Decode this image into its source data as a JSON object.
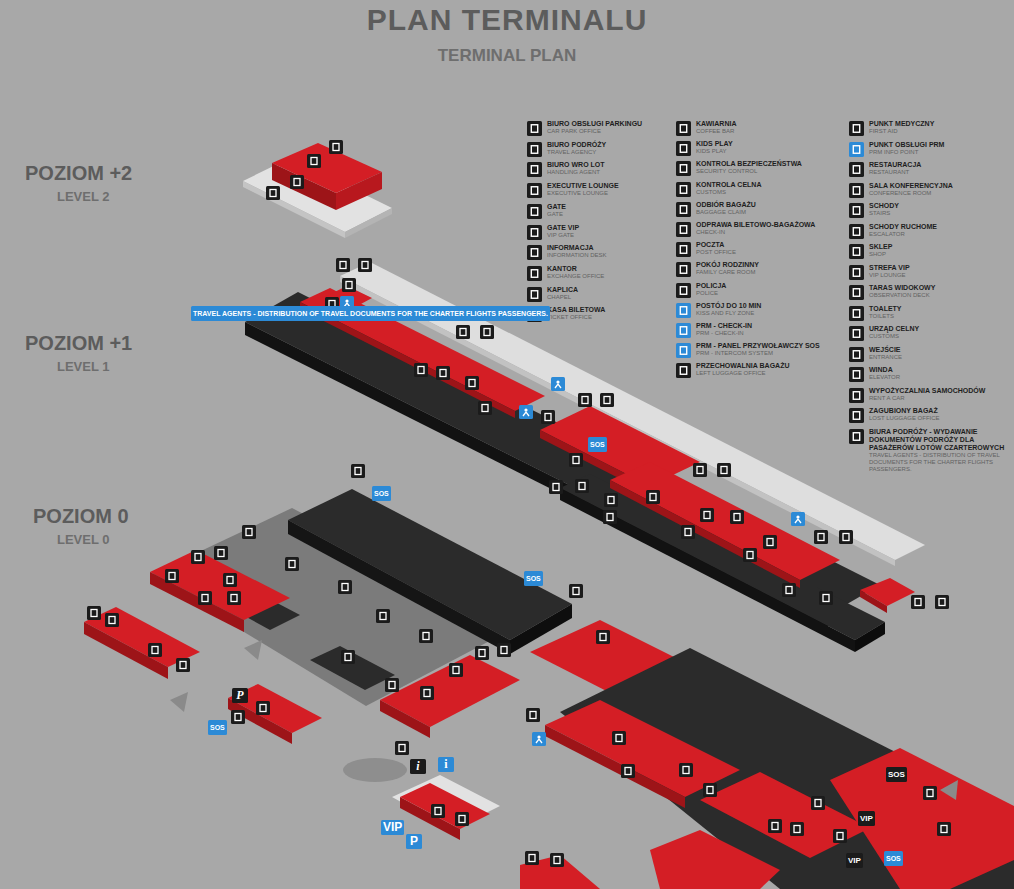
{
  "diagram": {
    "title": "PLAN TERMINALU",
    "labels": [
      "TERMINAL PLAN",
      "POZIOM +2",
      "LEVEL 2",
      "POZIOM +1",
      "LEVEL 1",
      "POZIOM 0",
      "LEVEL 0",
      "CAR PARK OFFICE",
      "TRAVEL AGENCY",
      "HANDLING AGENT",
      "EXECUTIVE LOUNGE",
      "GATE",
      "VIP GATE",
      "INFORMATION DESK",
      "EXCHANGE OFFICE",
      "CHAPEL",
      "TICKET OFFICE",
      "COFFEE BAR",
      "KIDS PLAY",
      "SECURITY CONTROL",
      "CUSTOMS",
      "BAGGAGE CLAIM",
      "CHECK-IN",
      "POST OFFICE",
      "FAMILY CARE ROOM",
      "POLICE",
      "KISS AND FLY ZONE",
      "PRM - CHECK-IN",
      "PRM - INTERCOM SYSTEM",
      "LEFT LUGGAGE OFFICE",
      "FIRST AID",
      "PRM INFO POINT",
      "RESTAURANT",
      "CONFERENCE ROOM",
      "STAIRS",
      "ESCALATOR",
      "SHOP",
      "VIP LOUNGE",
      "OBSERVATION DECK",
      "TOILETS",
      "CUSTOMS",
      "ENTRANCE",
      "ELEVATOR",
      "RENT A CAR",
      "LOST LUGGAGE OFFICE",
      "TRAVEL AGENTS - DISTRIBUTION OF TRAVEL DOCUMENTS FOR THE CHARTER FLIGHTS PASSENGERS.",
      "SOS",
      "SOS",
      "SOS",
      "SOS",
      "SOS",
      "SOS",
      "VIP",
      "VIP",
      "VIP",
      "P",
      "P",
      "i",
      "i",
      "i"
    ],
    "legend": [
      {
        "text": "BIURO OBSŁUGI PARKINGU"
      },
      {
        "text": "BIURO PODRÓŻY"
      },
      {
        "text": "BIURO WRO LOT"
      },
      {
        "text": "EXECUTIVE LOUNGE"
      },
      {
        "text": "GATE"
      },
      {
        "text": "GATE VIP"
      },
      {
        "text": "INFORMACJA"
      },
      {
        "text": "KANTOR"
      },
      {
        "text": "KAPLICA"
      },
      {
        "text": "KASA BILETOWA"
      },
      {
        "text": "KAWIARNIA"
      },
      {
        "text": "KIDS PLAY"
      },
      {
        "text": "KONTROLA BEZPIECZEŃSTWA"
      },
      {
        "text": "KONTROLA CELNA"
      },
      {
        "text": "ODBIÓR BAGAŻU"
      },
      {
        "text": "ODPRAWA BILETOWO-BAGAŻOWA"
      },
      {
        "text": "POCZTA"
      },
      {
        "text": "POKÓJ RODZINNY"
      },
      {
        "text": "POLICJA"
      },
      {
        "text": "POSTÓJ DO 10 MIN"
      },
      {
        "text": "PRM - CHECK-IN"
      },
      {
        "text": "PRM - PANEL PRZYWOŁAWCZY SOS"
      },
      {
        "text": "PRZECHOWALNIA BAGAŻU"
      },
      {
        "text": "PUNKT MEDYCZNY"
      },
      {
        "text": "PUNKT OBSŁUGI PRM"
      },
      {
        "text": "RESTAURACJA"
      },
      {
        "text": "SALA KONFERENCYJNA"
      },
      {
        "text": "SCHODY"
      },
      {
        "text": "SCHODY RUCHOME"
      },
      {
        "text": "SKLEP"
      },
      {
        "text": "STREFA VIP"
      },
      {
        "text": "TARAS WIDOKOWY"
      },
      {
        "text": "TOALETY"
      },
      {
        "text": "URZĄD CELNY"
      },
      {
        "text": "WEJŚCIE"
      },
      {
        "text": "WINDA"
      },
      {
        "text": "WYPOŻYCZALNIA SAMOCHODÓW"
      },
      {
        "text": "ZAGUBIONY BAGAŻ"
      },
      {
        "text": "BIURA PODRÓŻY - WYDAWANIE DOKUMENTÓW PODRÓŻY DLA PASAŻERÓW LOTÓW CZARTEROWYCH"
      }
    ]
  }
}
